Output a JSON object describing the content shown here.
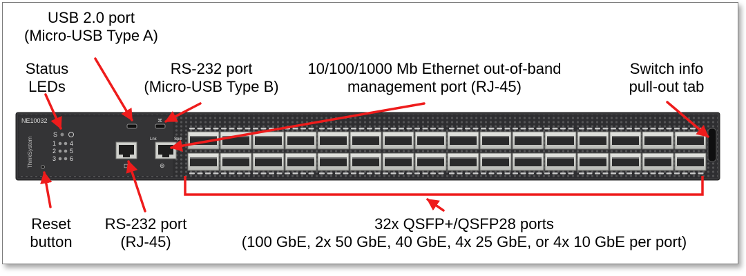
{
  "device": {
    "model": "NE10032",
    "brand": "ThinkSystem",
    "led_labels": [
      "S",
      "1",
      "2",
      "3",
      "4",
      "5",
      "6"
    ],
    "mgmt_port_labels": [
      "Lnk",
      "Spd"
    ]
  },
  "callouts": {
    "usb": [
      "USB 2.0 port",
      "(Micro-USB Type A)"
    ],
    "status_leds": [
      "Status",
      "LEDs"
    ],
    "rs232_micro": [
      "RS-232 port",
      "(Micro-USB Type B)"
    ],
    "ethernet": [
      "10/100/1000 Mb Ethernet out-of-band",
      "management port (RJ-45)"
    ],
    "pullout": [
      "Switch info",
      "pull-out tab"
    ],
    "reset": [
      "Reset",
      "button"
    ],
    "rs232_rj45": [
      "RS-232 port",
      "(RJ-45)"
    ],
    "qsfp": [
      "32x QSFP+/QSFP28 ports",
      "(100 GbE, 2x 50 GbE, 40 GbE, 4x 25 GbE, or 4x 10 GbE per port)"
    ]
  },
  "colors": {
    "arrow": "#ee1c1c",
    "chassis": "#3a3a3c",
    "port": "#cfd0cc",
    "text": "#000000"
  }
}
